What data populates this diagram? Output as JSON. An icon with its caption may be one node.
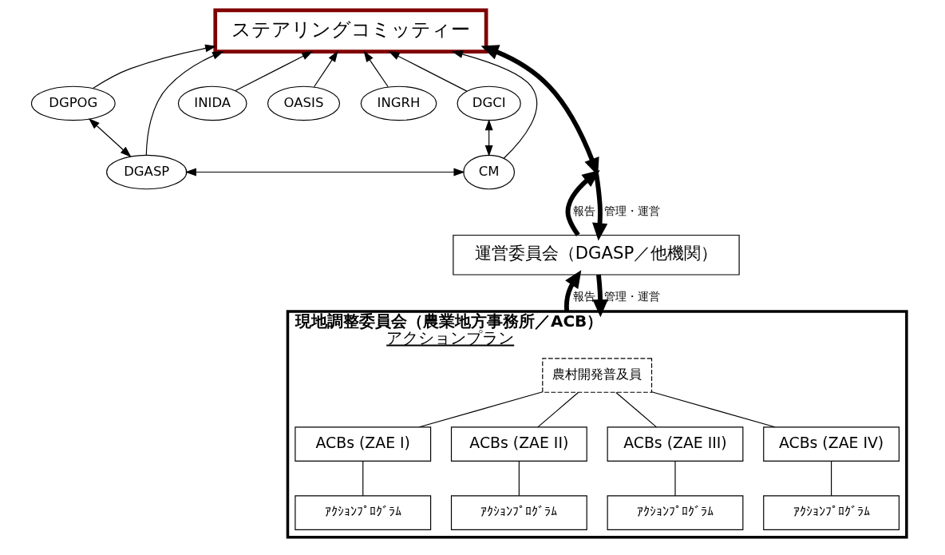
{
  "diagram": {
    "nodes": [
      {
        "text": [
          "ステアリングコミッティー"
        ]
      },
      {
        "text": [
          "DGPOG"
        ]
      },
      {
        "text": [
          "DGASP"
        ]
      },
      {
        "text": [
          "INIDA"
        ]
      },
      {
        "text": [
          "OASIS"
        ]
      },
      {
        "text": [
          "INGRH"
        ]
      },
      {
        "text": [
          "DGCI"
        ]
      },
      {
        "text": [
          "CM"
        ]
      },
      {
        "text": [
          "運営委員会（DGASP／他機関）"
        ]
      },
      {
        "text": [
          "現地調整委員会（農業地方事務所／ACB）",
          "アクションプラン"
        ]
      },
      {
        "text": [
          "農村開発普及員"
        ],
        "in": 9
      },
      {
        "text": [
          "ACBs (ZAE I)"
        ],
        "in": 9
      },
      {
        "text": [
          "ACBs (ZAE II)"
        ],
        "in": 9
      },
      {
        "text": [
          "ACBs (ZAE III)"
        ],
        "in": 9
      },
      {
        "text": [
          "ACBs (ZAE IV)"
        ],
        "in": 9
      },
      {
        "text": [
          "ｱｸｼｮﾝﾌﾟﾛｸﾞﾗﾑ"
        ],
        "in": 9
      },
      {
        "text": [
          "ｱｸｼｮﾝﾌﾟﾛｸﾞﾗﾑ"
        ],
        "in": 9
      },
      {
        "text": [
          "ｱｸｼｮﾝﾌﾟﾛｸﾞﾗﾑ"
        ],
        "in": 9
      },
      {
        "text": [
          "ｱｸｼｮﾝﾌﾟﾛｸﾞﾗﾑ"
        ],
        "in": 9
      }
    ],
    "edges": [
      {
        "from": 1,
        "to": 0,
        "arrow": "to"
      },
      {
        "from": 2,
        "to": 0,
        "arrow": "to"
      },
      {
        "from": 3,
        "to": 0,
        "arrow": "to"
      },
      {
        "from": 4,
        "to": 0,
        "arrow": "to"
      },
      {
        "from": 5,
        "to": 0,
        "arrow": "to"
      },
      {
        "from": 6,
        "to": 0,
        "arrow": "to"
      },
      {
        "from": 7,
        "to": 0,
        "arrow": "to"
      },
      {
        "from": 1,
        "to": 2,
        "arrow": "both"
      },
      {
        "from": 6,
        "to": 7,
        "arrow": "both"
      },
      {
        "from": 2,
        "to": 7,
        "arrow": "both"
      },
      {
        "from": null,
        "to": 0,
        "arrow": "both",
        "style": "thick"
      },
      {
        "from": 8,
        "to": null,
        "arrow": "to",
        "label": "報告",
        "style": "thick"
      },
      {
        "from": null,
        "to": 8,
        "arrow": "to",
        "label": "管理・運営",
        "style": "thick"
      },
      {
        "from": 9,
        "to": 8,
        "arrow": "to",
        "label": "報告",
        "style": "thick"
      },
      {
        "from": 8,
        "to": 9,
        "arrow": "to",
        "label": "管理・運営",
        "style": "thick"
      },
      {
        "from": 10,
        "to": 11,
        "arrow": "none"
      },
      {
        "from": 10,
        "to": 12,
        "arrow": "none"
      },
      {
        "from": 10,
        "to": 13,
        "arrow": "none"
      },
      {
        "from": 10,
        "to": 14,
        "arrow": "none"
      },
      {
        "from": 11,
        "to": 15,
        "arrow": "none"
      },
      {
        "from": 12,
        "to": 16,
        "arrow": "none"
      },
      {
        "from": 13,
        "to": 17,
        "arrow": "none"
      },
      {
        "from": 14,
        "to": 18,
        "arrow": "none"
      }
    ]
  }
}
